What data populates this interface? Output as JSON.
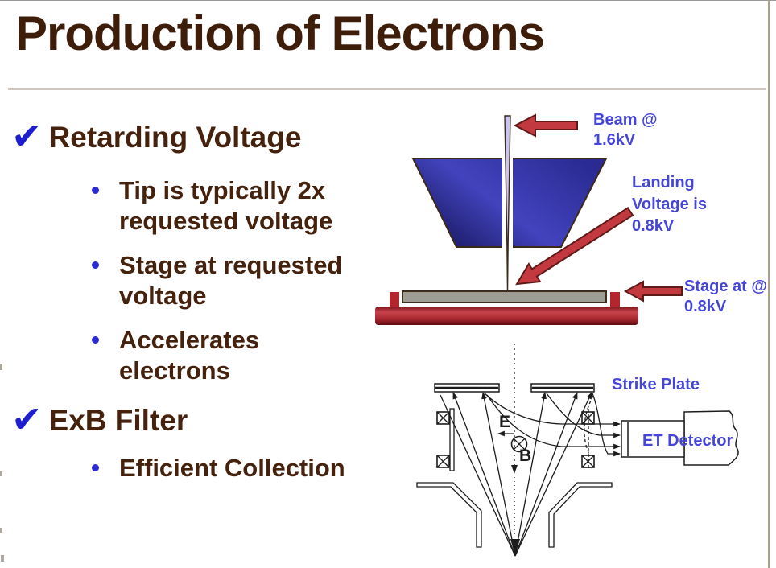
{
  "slide": {
    "title": "Production of Electrons"
  },
  "bullets": {
    "check_glyph": "✔",
    "section1": "Retarding Voltage",
    "item1": [
      "Tip is typically 2x",
      "requested voltage"
    ],
    "item2": [
      "Stage at requested",
      "voltage"
    ],
    "item3": [
      "Accelerates",
      "electrons"
    ],
    "section2": "ExB Filter",
    "item4": [
      "Efficient Collection"
    ]
  },
  "top_diagram": {
    "beam_label": [
      "Beam @",
      "1.6kV"
    ],
    "landing_label": [
      "Landing",
      "Voltage is",
      "0.8kV"
    ],
    "stage_label": [
      "Stage at @",
      "0.8kV"
    ]
  },
  "bottom_diagram": {
    "strike_plate_label": "Strike Plate",
    "detector_label": "ET Detector",
    "e_label": "E",
    "b_label": "B"
  },
  "colors": {
    "title_text": "#3e1e0b",
    "body_text": "#45220d",
    "check_blue": "#1e1ecf",
    "bullet_blue": "#2b2bd4",
    "label_blue": "#4545d8",
    "arrow_red_fill": "#c23a3f",
    "arrow_red_outline": "#5e1a18",
    "cone_blue_dark": "#1b1b72",
    "cone_blue_light": "#4242bc",
    "needle_lavender": "#cac6f0",
    "stage_gray": "#9d9d95",
    "base_red": "#b22228",
    "rule_tan": "#cfc7bf",
    "border_tan": "#a99f8e"
  }
}
